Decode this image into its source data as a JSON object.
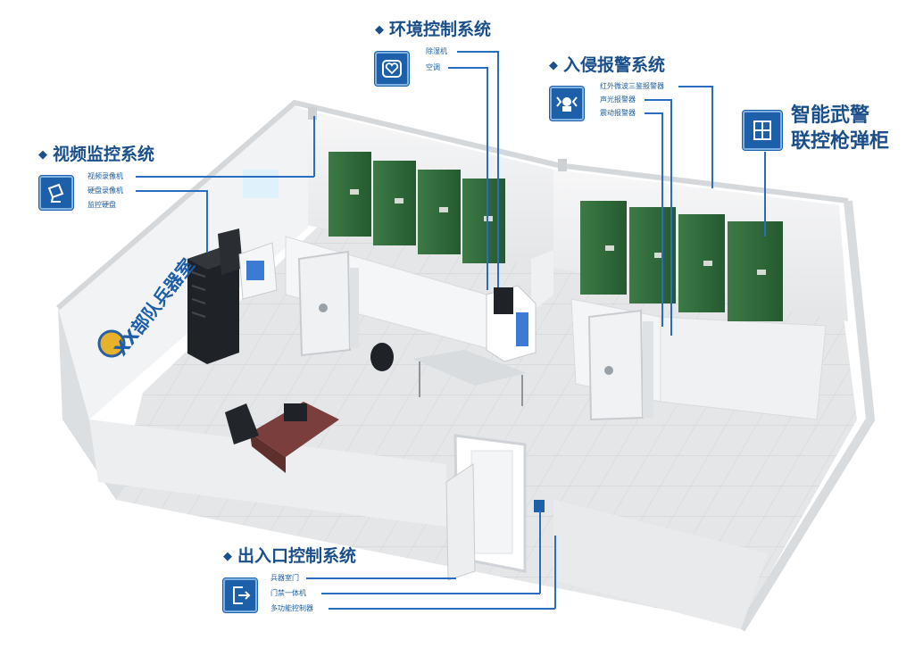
{
  "systems": {
    "environment": {
      "title": "环境控制系统",
      "icon": "heart-monitor-icon",
      "items": [
        "除湿机",
        "空调"
      ]
    },
    "intrusion": {
      "title": "入侵报警系统",
      "icon": "alarm-speaker-icon",
      "items": [
        "红外微波三鉴报警器",
        "声光报警器",
        "震动报警器"
      ]
    },
    "video": {
      "title": "视频监控系统",
      "icon": "camera-icon",
      "items": [
        "视频录像机",
        "硬盘录像机",
        "监控硬盘"
      ]
    },
    "cabinet": {
      "line1": "智能武警",
      "line2": "联控枪弹柜",
      "icon": "cabinet-icon"
    },
    "access": {
      "title": "出入口控制系统",
      "icon": "exit-door-icon",
      "items": [
        "兵器室门",
        "门禁一体机",
        "多功能控制器"
      ]
    }
  },
  "wall_logo": "XX部队兵器室",
  "colors": {
    "accent": "#1a4f8b",
    "icon_bg": "#1d5fa8",
    "cabinet_green": "#2f6b3a",
    "floor": "#e6e8ea",
    "wall": "#f4f5f6"
  }
}
